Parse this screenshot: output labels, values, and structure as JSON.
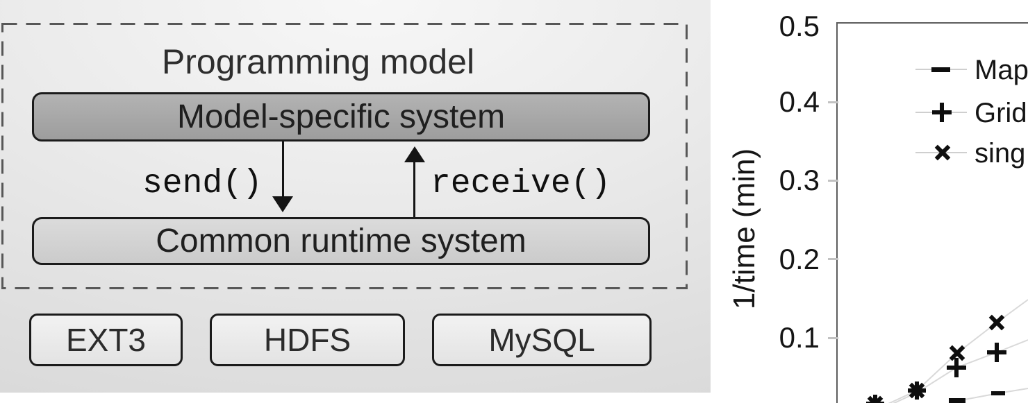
{
  "diagram": {
    "title": "Programming model",
    "model_specific_box": "Model-specific system",
    "common_runtime_box": "Common runtime system",
    "send_label": "send()",
    "receive_label": "receive()",
    "storage_boxes": [
      "EXT3",
      "HDFS",
      "MySQL"
    ]
  },
  "chart": {
    "ylabel": "1/time (min)",
    "yticks": [
      "0.5",
      "0.4",
      "0.3",
      "0.2",
      "0.1"
    ],
    "legend": [
      {
        "marker": "dash",
        "label": "Map"
      },
      {
        "marker": "plus",
        "label": "Grid"
      },
      {
        "marker": "cross",
        "label": "sing"
      }
    ]
  },
  "chart_data": {
    "type": "scatter",
    "title": "",
    "xlabel": "",
    "ylabel": "1/time (min)",
    "ylim_visible": [
      0.0,
      0.5
    ],
    "yticks": [
      0.1,
      0.2,
      0.3,
      0.4,
      0.5
    ],
    "grid": false,
    "legend_position": "top-left inside plot; legend labels truncated by right image edge (Map…, Grid…, sing…)",
    "x_axis_note": "x axis and bottom of plot cropped out of screenshot; four marker columns visible, evenly spaced",
    "series": [
      {
        "name": "Map (truncated)",
        "marker": "dash",
        "column_positions": [
          3,
          4
        ],
        "y_values_visible": [
          0.019,
          0.029
        ]
      },
      {
        "name": "Grid (truncated)",
        "marker": "plus",
        "column_positions": [
          1,
          2,
          3,
          4
        ],
        "y_values_visible": [
          0.012,
          0.032,
          0.062,
          0.081
        ]
      },
      {
        "name": "sing (truncated)",
        "marker": "cross",
        "column_positions": [
          1,
          2,
          3,
          4
        ],
        "y_values_visible": [
          0.012,
          0.032,
          0.08,
          0.12
        ]
      }
    ]
  }
}
